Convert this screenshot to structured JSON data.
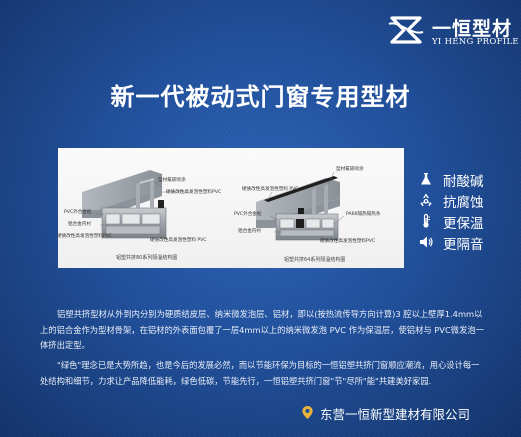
{
  "brand": {
    "name": "一恒型材",
    "english": "YI HENG PROFILE"
  },
  "title": "新一代被动式门窗专用型材",
  "diagram": {
    "left": {
      "labels": [
        "型材氟碳喷涂",
        "硬质改性高发泡性塑料PVC",
        "PVC外合金框",
        "铝合金内衬",
        "硬质改性高发泡性塑料PVC",
        "硬质改性高发泡性塑料 PVC"
      ],
      "caption": "铝塑共挤80系列隔温结构图"
    },
    "right": {
      "labels": [
        "型材氟碳喷涂",
        "硬质改性高发泡性塑料 PVC",
        "PVC外合金框",
        "PA66隔热隔热条",
        "铝合金内衬",
        "硬质改性高发泡性塑料PVC"
      ],
      "caption": "铝塑共挤64系列隔温结构图"
    }
  },
  "features": [
    {
      "icon": "flask-icon",
      "label": "耐酸碱"
    },
    {
      "icon": "recycle-icon",
      "label": "抗腐蚀"
    },
    {
      "icon": "thermometer-icon",
      "label": "更保温"
    },
    {
      "icon": "speaker-icon",
      "label": "更隔音"
    }
  ],
  "paragraphs": [
    "铝塑共挤型材从外到内分别为硬质结皮层、纳米微发泡层、铝材，即以(按热流传导方向计算)3 腔以上壁厚1.4mm以上的铝合金作为型材骨架，在铝材的外表面包覆了一层4mm以上的纳米微发泡 PVC 作为保温层，使铝材与 PVC微发泡一体挤出定型。",
    "\"绿色\"理念已是大势所趋，也是今后的发展必然，而以节能环保为目标的一恒铝塑共挤门窗顺应潮流，用心设计每一处结构和细节，力求让产品降低能耗，绿色低碳，节能先行，一恒铝塑共挤门窗\"节\"尽所\"能\"共建美好家园."
  ],
  "company": "东营一恒新型建材有限公司",
  "colors": {
    "background": "#1f4f9c",
    "accent_gold": "#e8b23a",
    "text": "#ffffff"
  }
}
